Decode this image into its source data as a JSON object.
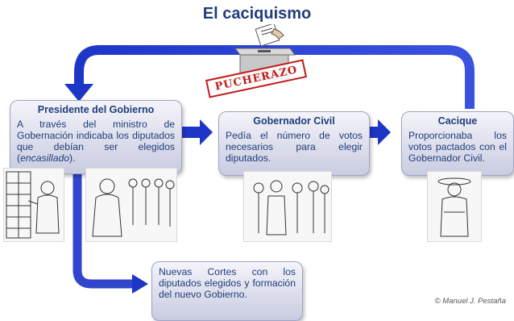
{
  "title": "El caciquismo",
  "stamp": "PUCHERAZO",
  "president": {
    "heading": "Presidente del Gobierno",
    "text_before": "A través del ministro de Gobernación indicaba los diputados que debían ser elegidos (",
    "text_italic": "encasillado",
    "text_after": ")."
  },
  "governor": {
    "heading": "Gobernador Civil",
    "text": "Pedía el número de votos necesarios para elegir diputados."
  },
  "cacique": {
    "heading": "Cacique",
    "text": "Proporcionaba los votos pactados con el Gobernador Civil."
  },
  "result": {
    "text": "Nuevas Cortes con los diputados elegidos y formación del nuevo Gobierno."
  },
  "credit": "© Manuel J. Pestaña",
  "colors": {
    "arrow": "#1e36c8",
    "title": "#1f3d7a",
    "stamp": "#c41a1a"
  }
}
